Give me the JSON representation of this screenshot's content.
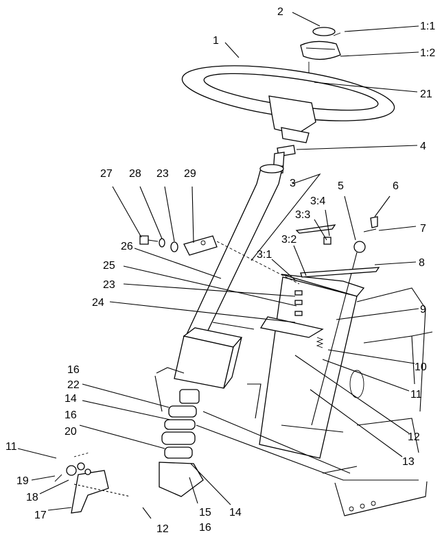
{
  "diagram": {
    "callouts": [
      {
        "id": "c-2",
        "text": "2"
      },
      {
        "id": "c-1-1",
        "text": "1:1"
      },
      {
        "id": "c-1",
        "text": "1"
      },
      {
        "id": "c-1-2",
        "text": "1:2"
      },
      {
        "id": "c-21",
        "text": "21"
      },
      {
        "id": "c-4",
        "text": "4"
      },
      {
        "id": "c-27",
        "text": "27"
      },
      {
        "id": "c-28",
        "text": "28"
      },
      {
        "id": "c-23a",
        "text": "23"
      },
      {
        "id": "c-29",
        "text": "29"
      },
      {
        "id": "c-3",
        "text": "3"
      },
      {
        "id": "c-5",
        "text": "5"
      },
      {
        "id": "c-6",
        "text": "6"
      },
      {
        "id": "c-3-4",
        "text": "3:4"
      },
      {
        "id": "c-3-3",
        "text": "3:3"
      },
      {
        "id": "c-7",
        "text": "7"
      },
      {
        "id": "c-3-2",
        "text": "3:2"
      },
      {
        "id": "c-26",
        "text": "26"
      },
      {
        "id": "c-3-1",
        "text": "3:1"
      },
      {
        "id": "c-8",
        "text": "8"
      },
      {
        "id": "c-25",
        "text": "25"
      },
      {
        "id": "c-23b",
        "text": "23"
      },
      {
        "id": "c-24",
        "text": "24"
      },
      {
        "id": "c-9",
        "text": "9"
      },
      {
        "id": "c-10",
        "text": "10"
      },
      {
        "id": "c-16a",
        "text": "16"
      },
      {
        "id": "c-22",
        "text": "22"
      },
      {
        "id": "c-11a",
        "text": "11"
      },
      {
        "id": "c-14a",
        "text": "14"
      },
      {
        "id": "c-16b",
        "text": "16"
      },
      {
        "id": "c-20",
        "text": "20"
      },
      {
        "id": "c-12a",
        "text": "12"
      },
      {
        "id": "c-13",
        "text": "13"
      },
      {
        "id": "c-11b",
        "text": "11"
      },
      {
        "id": "c-19",
        "text": "19"
      },
      {
        "id": "c-18",
        "text": "18"
      },
      {
        "id": "c-17",
        "text": "17"
      },
      {
        "id": "c-14b",
        "text": "14"
      },
      {
        "id": "c-15",
        "text": "15"
      },
      {
        "id": "c-12b",
        "text": "12"
      },
      {
        "id": "c-16c",
        "text": "16"
      }
    ]
  }
}
